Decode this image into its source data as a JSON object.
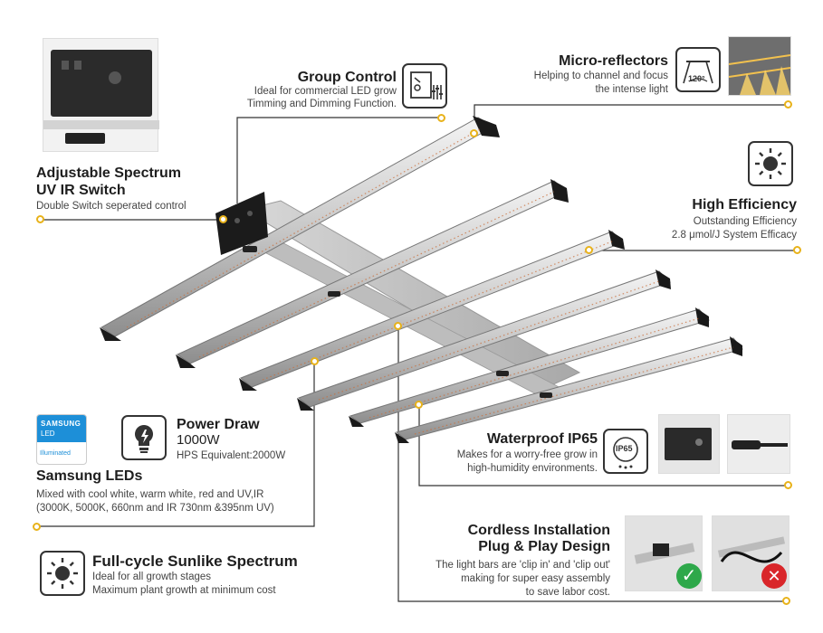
{
  "group_control": {
    "title": "Group Control",
    "desc1": "Ideal for commercial LED grow",
    "desc2": "Timming and Dimming Function."
  },
  "micro_reflectors": {
    "title": "Micro-reflectors",
    "desc1": "Helping to channel and focus",
    "desc2": "the intense light",
    "icon_label": "120°"
  },
  "adjustable_spectrum": {
    "title1": "Adjustable Spectrum",
    "title2": "UV IR Switch",
    "desc": "Double Switch seperated control"
  },
  "high_efficiency": {
    "title": "High Efficiency",
    "desc1": "Outstanding Efficiency",
    "desc2": "2.8 μmol/J System Efficacy"
  },
  "power_draw": {
    "title": "Power Draw",
    "value": "1000W",
    "desc": "HPS Equivalent:2000W"
  },
  "samsung_badge": {
    "line1": "SAMSUNG",
    "line2": "LED",
    "line3": "Illuminated"
  },
  "samsung_leds": {
    "title": "Samsung LEDs",
    "desc1": "Mixed with cool white, warm white, red and UV,IR",
    "desc2": "(3000K, 5000K, 660nm and IR 730nm &395nm UV)"
  },
  "waterproof": {
    "title": "Waterproof IP65",
    "desc1": "Makes for a worry-free grow in",
    "desc2": "high-humidity environments.",
    "icon_label": "IP65"
  },
  "cordless": {
    "title1": "Cordless Installation",
    "title2": "Plug & Play Design",
    "desc1": "The light bars are 'clip in' and 'clip out'",
    "desc2": "making for super easy assembly",
    "desc3": "to save labor cost."
  },
  "full_cycle": {
    "title": "Full-cycle Sunlike Spectrum",
    "desc1": "Ideal for all growth stages",
    "desc2": "Maximum plant growth at minimum cost"
  },
  "colors": {
    "accent_dot": "#e8b21a",
    "line": "#333333",
    "samsung_blue": "#1d8fd8"
  }
}
